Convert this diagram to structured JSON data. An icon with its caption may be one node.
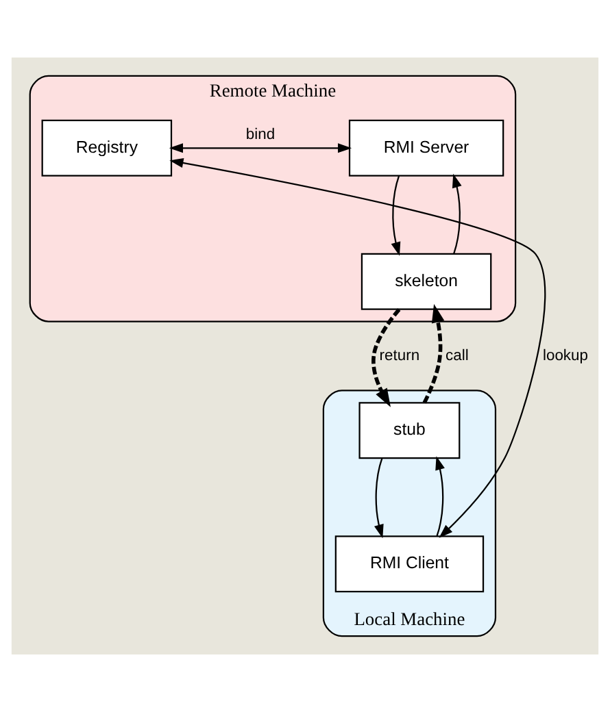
{
  "diagram": {
    "nodes": [
      {
        "text": [
          "Remote Machine"
        ]
      },
      {
        "text": [
          "RMI Server"
        ],
        "in": 0
      },
      {
        "text": [
          "skeleton"
        ],
        "in": 0
      },
      {
        "text": [
          "Registry"
        ],
        "in": 0
      },
      {
        "text": [
          "Local Machine"
        ]
      },
      {
        "text": [
          "stub"
        ],
        "in": 4
      },
      {
        "text": [
          "RMI Client"
        ],
        "in": 4
      }
    ],
    "edges": [
      {
        "from": 1,
        "to": 2,
        "arrow": "to"
      },
      {
        "from": 2,
        "to": 1,
        "arrow": "to"
      },
      {
        "from": 1,
        "to": 3,
        "arrow": "both",
        "label": "bind"
      },
      {
        "from": 2,
        "to": 5,
        "arrow": "to",
        "label": "return",
        "style": "dashed"
      },
      {
        "from": 5,
        "to": 2,
        "arrow": "to",
        "label": "call",
        "style": "dashed"
      },
      {
        "from": 6,
        "to": 3,
        "arrow": "both",
        "label": "lookup"
      },
      {
        "from": 5,
        "to": 6,
        "arrow": "to"
      },
      {
        "from": 6,
        "to": 5,
        "arrow": "to"
      }
    ]
  }
}
